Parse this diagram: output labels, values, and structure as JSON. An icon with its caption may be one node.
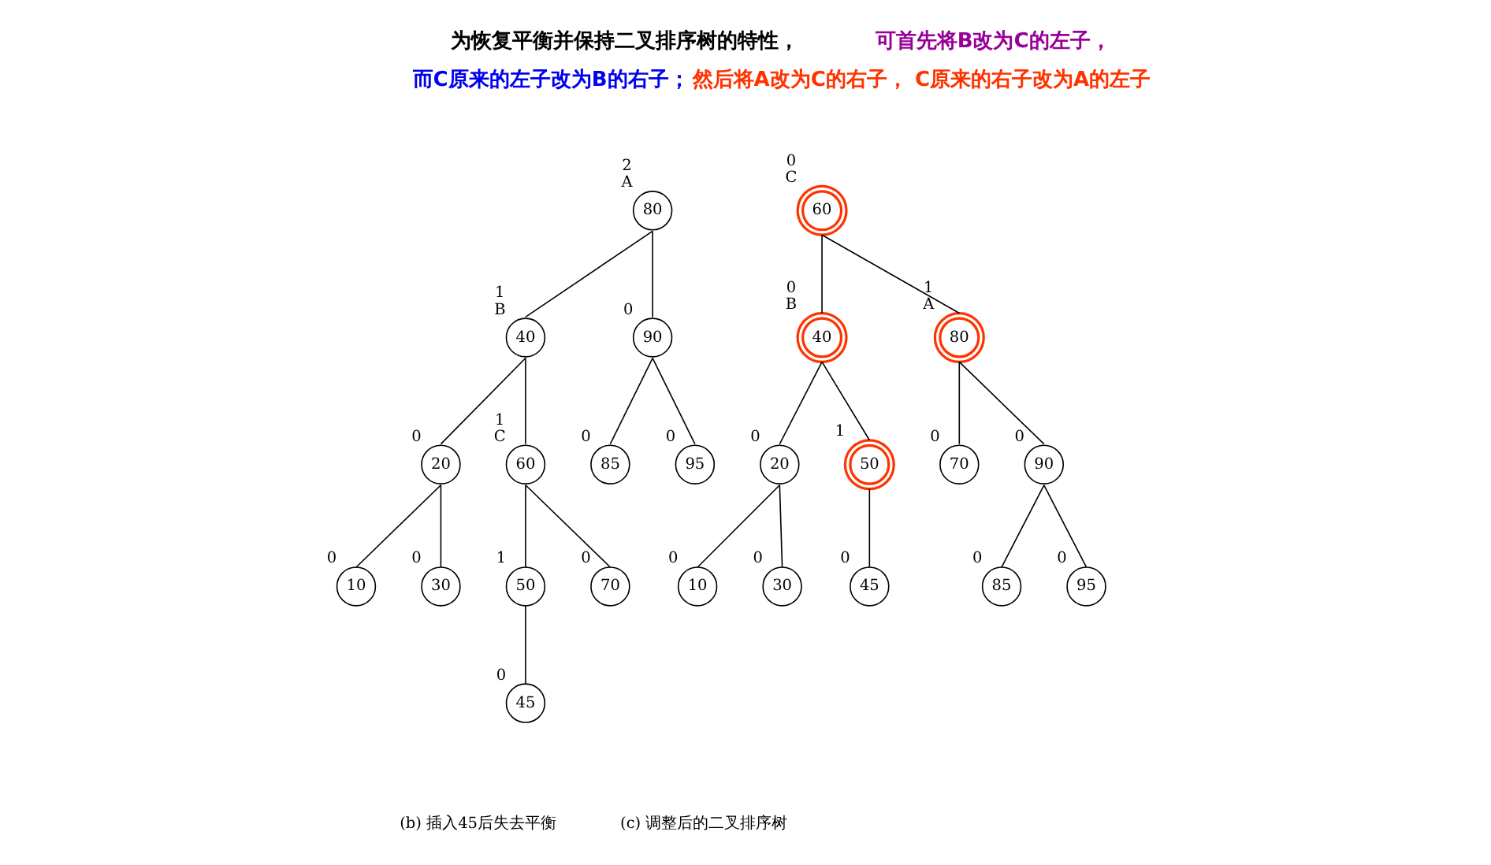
{
  "diagram": {
    "nodes": [
      {
        "text": [
          "80"
        ],
        "beside": [
          "2",
          "A"
        ]
      },
      {
        "text": [
          "40"
        ],
        "beside": [
          "1",
          "B"
        ]
      },
      {
        "text": [
          "90"
        ],
        "beside": [
          "0"
        ]
      },
      {
        "text": [
          "20"
        ],
        "beside": [
          "0"
        ]
      },
      {
        "text": [
          "60"
        ],
        "beside": [
          "1",
          "C"
        ]
      },
      {
        "text": [
          "85"
        ],
        "beside": [
          "0"
        ]
      },
      {
        "text": [
          "95"
        ],
        "beside": [
          "0"
        ]
      },
      {
        "text": [
          "10"
        ],
        "beside": [
          "0"
        ]
      },
      {
        "text": [
          "30"
        ],
        "beside": [
          "0"
        ]
      },
      {
        "text": [
          "50"
        ],
        "beside": [
          "1"
        ]
      },
      {
        "text": [
          "70"
        ],
        "beside": [
          "0"
        ]
      },
      {
        "text": [
          "45"
        ],
        "beside": [
          "0"
        ]
      },
      {
        "text": [
          "60"
        ],
        "beside": [
          "0",
          "C"
        ]
      },
      {
        "text": [
          "40"
        ],
        "beside": [
          "0",
          "B"
        ]
      },
      {
        "text": [
          "80"
        ],
        "beside": [
          "1",
          "A"
        ]
      },
      {
        "text": [
          "20"
        ],
        "beside": [
          "0"
        ]
      },
      {
        "text": [
          "50"
        ],
        "beside": [
          "1"
        ]
      },
      {
        "text": [
          "70"
        ],
        "beside": [
          "0"
        ]
      },
      {
        "text": [
          "90"
        ],
        "beside": [
          "0"
        ]
      },
      {
        "text": [
          "10"
        ],
        "beside": [
          "0"
        ]
      },
      {
        "text": [
          "30"
        ],
        "beside": [
          "0"
        ]
      },
      {
        "text": [
          "45"
        ],
        "beside": [
          "0"
        ]
      },
      {
        "text": [
          "85"
        ],
        "beside": [
          "0"
        ]
      },
      {
        "text": [
          "95"
        ],
        "beside": [
          "0"
        ]
      }
    ],
    "edges": [
      {
        "from": 0,
        "to": 1,
        "arrow": "none"
      },
      {
        "from": 0,
        "to": 2,
        "arrow": "none"
      },
      {
        "from": 1,
        "to": 3,
        "arrow": "none"
      },
      {
        "from": 1,
        "to": 4,
        "arrow": "none"
      },
      {
        "from": 2,
        "to": 5,
        "arrow": "none"
      },
      {
        "from": 2,
        "to": 6,
        "arrow": "none"
      },
      {
        "from": 3,
        "to": 7,
        "arrow": "none"
      },
      {
        "from": 3,
        "to": 8,
        "arrow": "none"
      },
      {
        "from": 4,
        "to": 9,
        "arrow": "none"
      },
      {
        "from": 4,
        "to": 10,
        "arrow": "none"
      },
      {
        "from": 9,
        "to": 11,
        "arrow": "none"
      },
      {
        "from": 12,
        "to": 13,
        "arrow": "none"
      },
      {
        "from": 12,
        "to": 14,
        "arrow": "none"
      },
      {
        "from": 13,
        "to": 15,
        "arrow": "none"
      },
      {
        "from": 13,
        "to": 16,
        "arrow": "none"
      },
      {
        "from": 14,
        "to": 17,
        "arrow": "none"
      },
      {
        "from": 14,
        "to": 18,
        "arrow": "none"
      },
      {
        "from": 15,
        "to": 19,
        "arrow": "none"
      },
      {
        "from": 15,
        "to": 20,
        "arrow": "none"
      },
      {
        "from": 16,
        "to": 21,
        "arrow": "none"
      },
      {
        "from": 18,
        "to": 22,
        "arrow": "none"
      },
      {
        "from": 18,
        "to": 23,
        "arrow": "none"
      }
    ],
    "labels": [
      "为恢复平衡并保持二叉排序树的特性，",
      "可首先将B改为C的左子，",
      "而C原来的左子改为B的右子；",
      "然后将A改为C的右子， C原来的右子改为A的左子",
      "(b) 插入45后失去平衡",
      "(c) 调整后的二叉排序树"
    ]
  }
}
